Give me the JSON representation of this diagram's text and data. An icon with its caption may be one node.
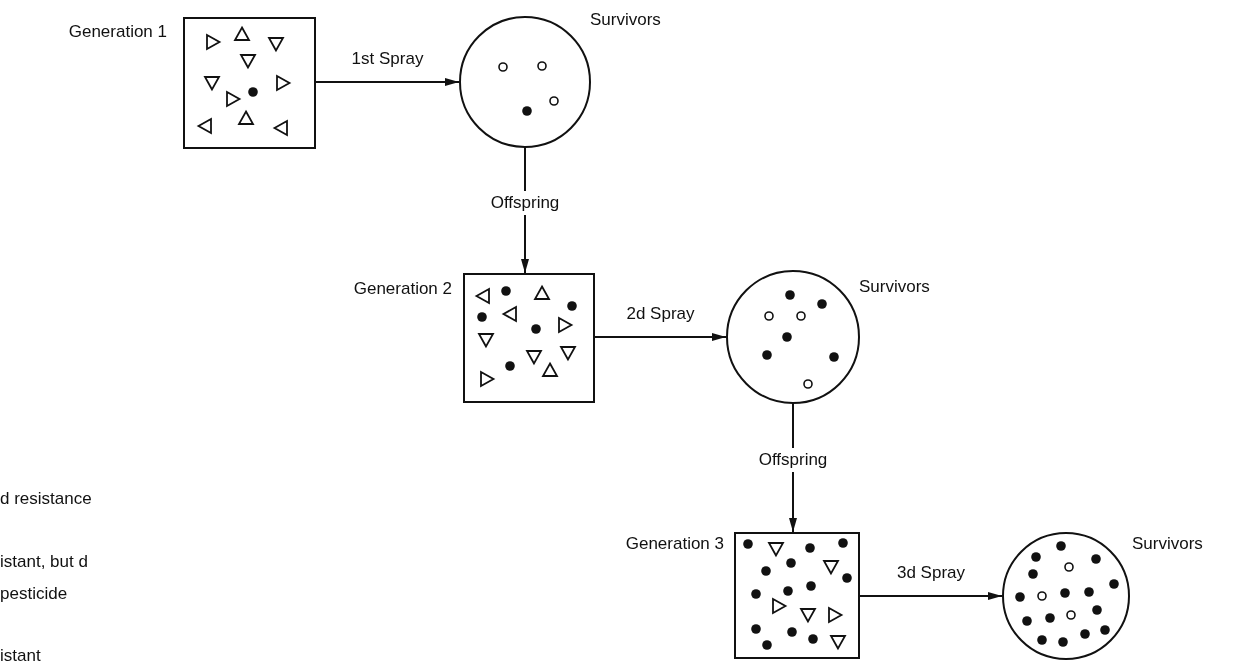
{
  "diagram": {
    "nodes": [
      {
        "text": [
          "Generation 1"
        ]
      },
      {
        "text": [
          "Survivors"
        ]
      },
      {
        "text": [
          "Generation 2"
        ]
      },
      {
        "text": [
          "Survivors"
        ]
      },
      {
        "text": [
          "Generation 3"
        ]
      },
      {
        "text": [
          "Survivors"
        ]
      }
    ],
    "edges": [
      {
        "from": 0,
        "to": 1,
        "arrow": "to",
        "label": "1st Spray"
      },
      {
        "from": 1,
        "to": 2,
        "arrow": "to",
        "label": "Offspring"
      },
      {
        "from": 2,
        "to": 3,
        "arrow": "to",
        "label": "2d Spray"
      },
      {
        "from": 3,
        "to": 4,
        "arrow": "to",
        "label": "Offspring"
      },
      {
        "from": 4,
        "to": 5,
        "arrow": "to",
        "label": "3d Spray"
      }
    ],
    "labels": [
      "d resistance",
      "istant, but d pesticide",
      "istant"
    ]
  }
}
